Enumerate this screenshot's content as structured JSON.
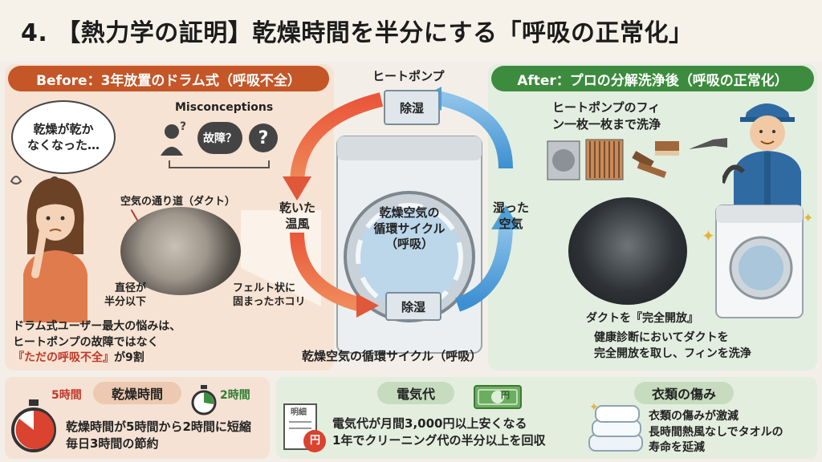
{
  "title": "4. 【熱力学の証明】乾燥時間を半分にする「呼吸の正常化」",
  "before": {
    "header": "Before：3年放置のドラム式（呼吸不全）",
    "thought_line1": "乾燥が乾か",
    "thought_line2": "なくなった…",
    "misconceptions_label": "Misconceptions",
    "fault_label": "故障？",
    "question_mark": "?",
    "duct_label": "空気の通り道（ダクト）",
    "diameter_line1": "直径が",
    "diameter_line2": "半分以下",
    "felt_line1": "フェルト状に",
    "felt_line2": "固まったホコリ",
    "text_line1": "ドラム式ユーザー最大の悩みは、",
    "text_line2": "ヒートポンプの故障ではなく",
    "text_line3_red": "『ただの呼吸不全』",
    "text_line3_suffix": "が9割"
  },
  "center": {
    "heat_pump": "ヒートポンプ",
    "dehum_top": "除湿",
    "dehum_bottom": "除湿",
    "dry_air_line1": "乾いた",
    "dry_air_line2": "温風",
    "humid_line1": "湿った",
    "humid_line2": "空気",
    "drum_line1": "乾燥空気の",
    "drum_line2": "循環サイクル",
    "drum_line3": "（呼吸）",
    "cycle_label": "乾燥空気の循環サイクル（呼吸）"
  },
  "after": {
    "header": "After：プロの分解洗浄後（呼吸の正常化）",
    "fin_line1": "ヒートポンプのフィ",
    "fin_line2": "ン一枚一枚まで洗浄",
    "duct_open": "ダクトを『完全開放』",
    "text_line1": "健康診断においてダクトを",
    "text_line2": "完全開放を取し、フィンを洗浄"
  },
  "drying": {
    "pill": "乾燥時間",
    "before_time": "5時間",
    "after_time": "2時間",
    "line1": "乾燥時間が5時間から2時間に短縮",
    "line2": "毎日3時間の節約"
  },
  "electricity": {
    "pill": "電気代",
    "bill_label": "明細",
    "yen": "円",
    "line1": "電気代が月間3,000円以上安くなる",
    "line2": "1年でクリーニング代の半分以上を回収"
  },
  "clothes": {
    "pill": "衣類の傷み",
    "line1": "衣類の傷みが激減",
    "line2": "長時間熱風なしでタオルの",
    "line3": "寿命を延減"
  },
  "colors": {
    "before_accent": "#c45628",
    "after_accent": "#3d8b3e",
    "warm_arrow": "#e0573a",
    "cool_arrow": "#4f9fd6"
  }
}
